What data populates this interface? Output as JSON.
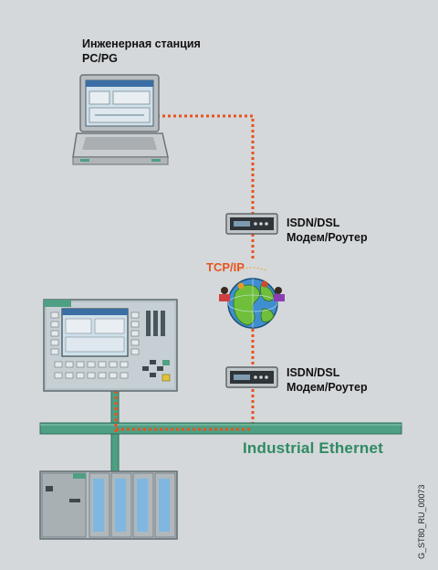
{
  "labels": {
    "station_line1": "Инженерная станция",
    "station_line2": "PC/PG",
    "modem_top_line1": "ISDN/DSL",
    "modem_top_line2": "Модем/Роутер",
    "modem_bottom_line1": "ISDN/DSL",
    "modem_bottom_line2": "Модем/Роутер",
    "protocol": "TCP/IP",
    "network": "Industrial Ethernet",
    "doc_id": "G_ST80_RU_00073"
  },
  "colors": {
    "background": "#d4d8da",
    "connection": "#e8531d",
    "ethernet": "#2f8a63",
    "ethernet_bus": "#4f9f84"
  }
}
